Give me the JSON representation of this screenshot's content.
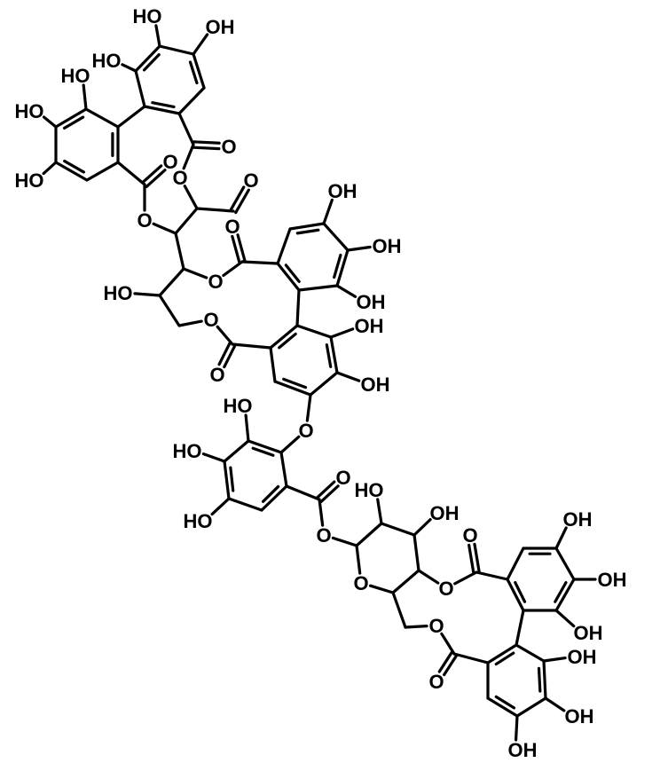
{
  "diagram": {
    "type": "chemical-structure",
    "colors": {
      "bond": "#000000",
      "background": "#ffffff"
    },
    "labels": [
      "HO",
      "OH",
      "HO",
      "HO",
      "HO",
      "HO",
      "O",
      "O",
      "O",
      "O",
      "O",
      "O",
      "O",
      "OH",
      "OH",
      "OH",
      "OH",
      "OH",
      "HO",
      "O",
      "O",
      "O",
      "HO",
      "HO",
      "HO",
      "O",
      "O",
      "HO",
      "OH",
      "O",
      "O",
      "O",
      "O",
      "OH",
      "OH",
      "OH",
      "OH",
      "OH",
      "OH",
      "O"
    ]
  }
}
